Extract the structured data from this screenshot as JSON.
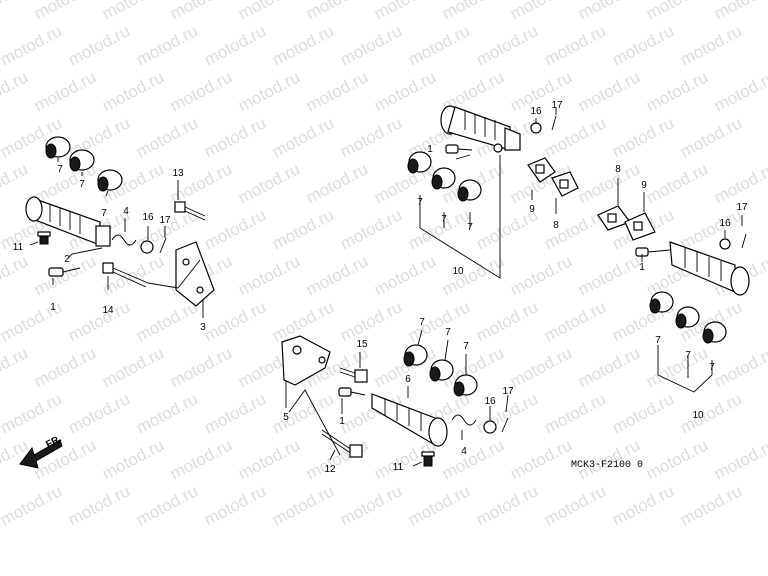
{
  "watermark": {
    "text": "motod.ru"
  },
  "diagram_code": "MCK3-F2100 0",
  "direction_label": "FR.",
  "callouts": {
    "l1": "7",
    "l2": "7",
    "l3": "7",
    "l4": "13",
    "l5": "4",
    "l6": "16",
    "l7": "17",
    "l8": "11",
    "l9": "2",
    "l10": "1",
    "l11": "14",
    "l12": "3",
    "r1": "16",
    "r2": "17",
    "r3": "1",
    "r4": "7",
    "r5": "7",
    "r6": "7",
    "r7": "9",
    "r8": "8",
    "r9": "10",
    "f1": "8",
    "f2": "9",
    "f3": "17",
    "f4": "16",
    "f5": "1",
    "f6": "7",
    "f7": "7",
    "f8": "7",
    "f9": "10",
    "b1": "7",
    "b2": "7",
    "b3": "7",
    "b4": "15",
    "b5": "6",
    "b6": "17",
    "b7": "16",
    "b8": "1",
    "b9": "5",
    "b10": "4",
    "b11": "12",
    "b12": "11"
  }
}
